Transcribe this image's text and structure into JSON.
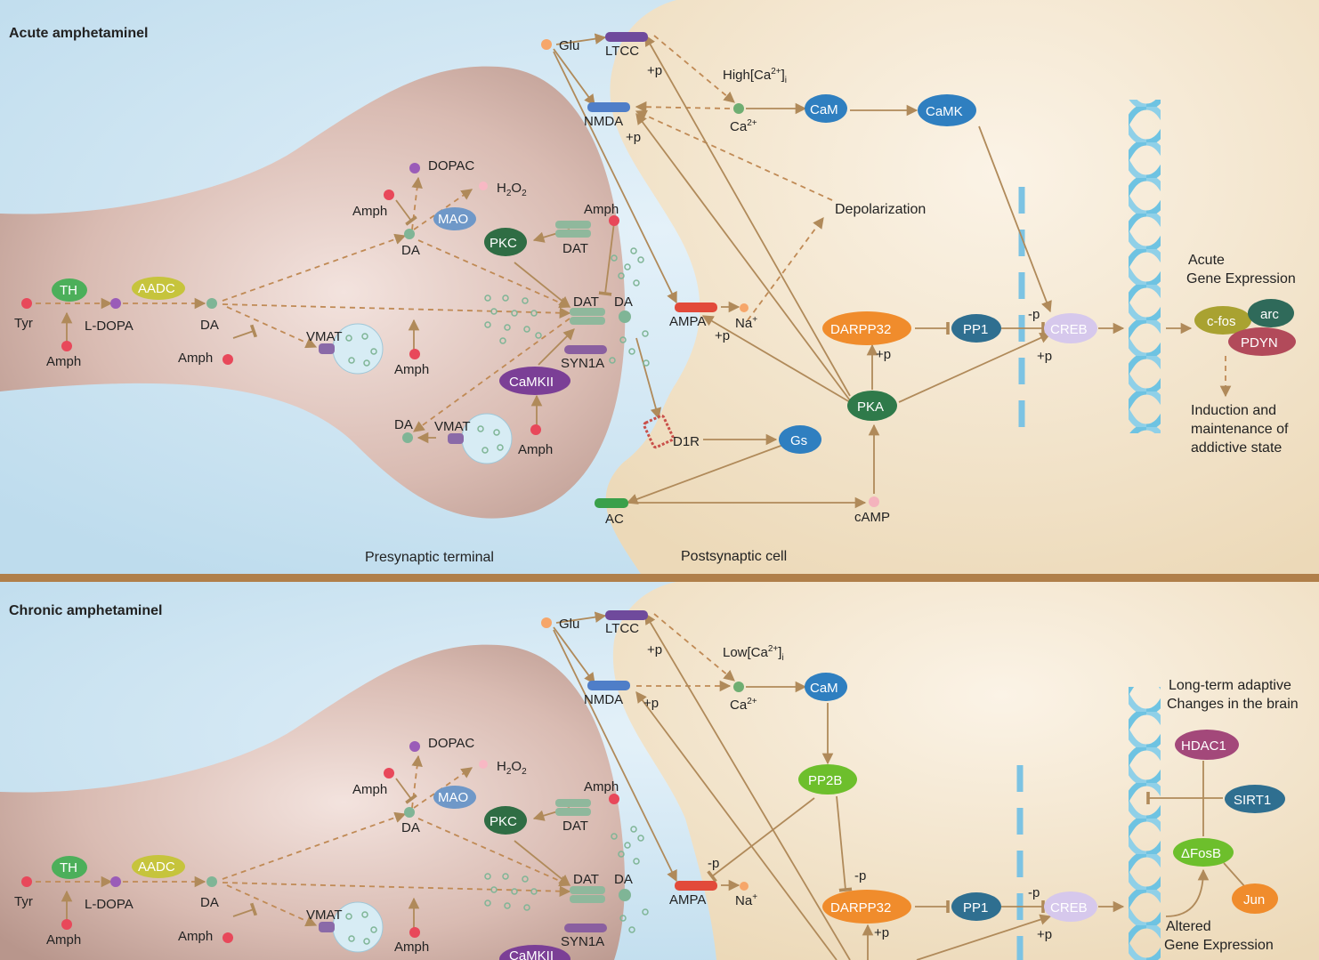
{
  "acute": {
    "title": "Acute amphetaminel",
    "presynaptic_label": "Presynaptic terminal",
    "postsynaptic_label": "Postsynaptic cell",
    "high_ca": "High[Ca",
    "depolarization": "Depolarization",
    "acute_gene_1": "Acute",
    "acute_gene_2": "Gene Expression",
    "induction_1": "Induction and",
    "induction_2": "maintenance of",
    "induction_3": "addictive state",
    "nodes": {
      "th": "TH",
      "aadc": "AADC",
      "mao": "MAO",
      "pkc": "PKC",
      "camkii": "CaMKII",
      "cam": "CaM",
      "camk": "CaMK",
      "darpp32": "DARPP32",
      "pp1": "PP1",
      "creb": "CREB",
      "pka": "PKA",
      "gs": "Gs",
      "cfos": "c-fos",
      "arc": "arc",
      "pdyn": "PDYN"
    },
    "labels": {
      "tyr": "Tyr",
      "ldopa": "L-DOPA",
      "da": "DA",
      "amph": "Amph",
      "dopac": "DOPAC",
      "h2o2": "H",
      "dat": "DAT",
      "vmat": "VMAT",
      "syn1a": "SYN1A",
      "glu": "Glu",
      "ltcc": "LTCC",
      "nmda": "NMDA",
      "ampa": "AMPA",
      "na": "Na",
      "ca": "Ca",
      "d1r": "D1R",
      "ac": "AC",
      "camp": "cAMP",
      "plus_p": "+p",
      "minus_p": "-p"
    }
  },
  "chronic": {
    "title": "Chronic amphetaminel",
    "low_ca": "Low[Ca",
    "long_term_1": "Long-term adaptive",
    "long_term_2": "Changes in the brain",
    "altered_1": "Altered",
    "altered_2": "Gene Expression",
    "nodes": {
      "th": "TH",
      "aadc": "AADC",
      "mao": "MAO",
      "pkc": "PKC",
      "camkii": "CaMKII",
      "cam": "CaM",
      "pp2b": "PP2B",
      "darpp32": "DARPP32",
      "pp1": "PP1",
      "creb": "CREB",
      "hdac1": "HDAC1",
      "sirt1": "SIRT1",
      "fosb": "ΔFosB",
      "jun": "Jun"
    }
  },
  "colors": {
    "extracellular": "#cfe6f3",
    "presynaptic": "#c9a9a0",
    "postsynaptic": "#f0e1c6",
    "arrow": "#b08a5a",
    "divider": "#b07f4a"
  }
}
